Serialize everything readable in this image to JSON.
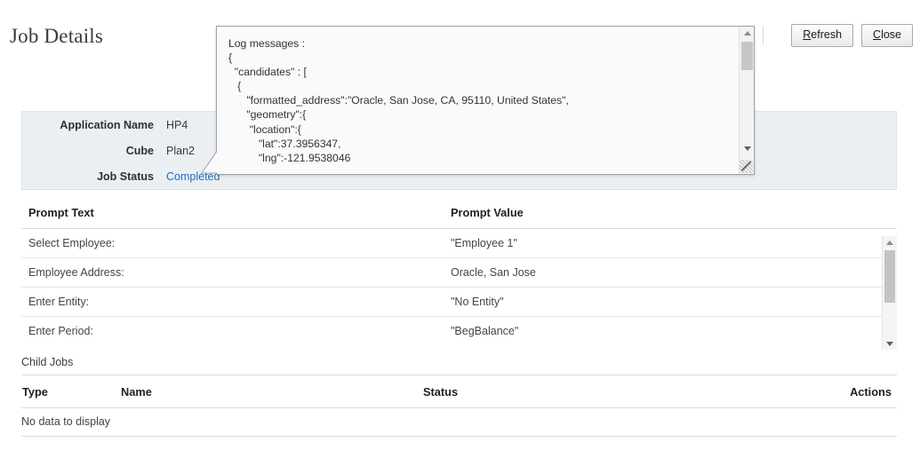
{
  "page": {
    "title": "Job Details"
  },
  "toolbar": {
    "help_icon": "help-question-icon",
    "refresh_label_prefix": "R",
    "refresh_label_rest": "efresh",
    "close_label_prefix": "C",
    "close_label_rest": "lose"
  },
  "details": {
    "rows": [
      {
        "label": "Application Name",
        "value": "HP4",
        "link": false
      },
      {
        "label": "Cube",
        "value": "Plan2",
        "link": false
      },
      {
        "label": "Job Status",
        "value": "Completed",
        "link": true
      }
    ]
  },
  "prompt_table": {
    "columns": {
      "text": "Prompt Text",
      "value": "Prompt Value"
    },
    "rows": [
      {
        "text": "Select Employee:",
        "value": "\"Employee 1\""
      },
      {
        "text": "Employee Address:",
        "value": "Oracle, San Jose"
      },
      {
        "text": "Enter Entity:",
        "value": "\"No Entity\""
      },
      {
        "text": "Enter Period:",
        "value": "\"BegBalance\""
      }
    ],
    "scrollbar": {
      "up_icon": "scroll-up-arrow-icon",
      "down_icon": "scroll-down-arrow-icon"
    }
  },
  "child_jobs": {
    "section_label": "Child Jobs",
    "columns": {
      "type": "Type",
      "name": "Name",
      "status": "Status",
      "actions": "Actions"
    },
    "empty_message": "No data to display"
  },
  "log_popup": {
    "lines": [
      "Log messages :",
      "{",
      "  \"candidates\" : [",
      "   {",
      "      \"formatted_address\":\"Oracle, San Jose, CA, 95110, United States\",",
      "      \"geometry\":{",
      "       \"location\":{",
      "          \"lat\":37.3956347,",
      "          \"lng\":-121.9538046"
    ],
    "scrollbar": {
      "up_icon": "scroll-up-arrow-icon",
      "down_icon": "scroll-down-arrow-icon"
    },
    "resize_icon": "resize-grip-icon"
  },
  "colors": {
    "link": "#1b6dbb",
    "panel_bg": "#eceff2",
    "popup_bg": "#fafafa",
    "text": "#333333"
  }
}
